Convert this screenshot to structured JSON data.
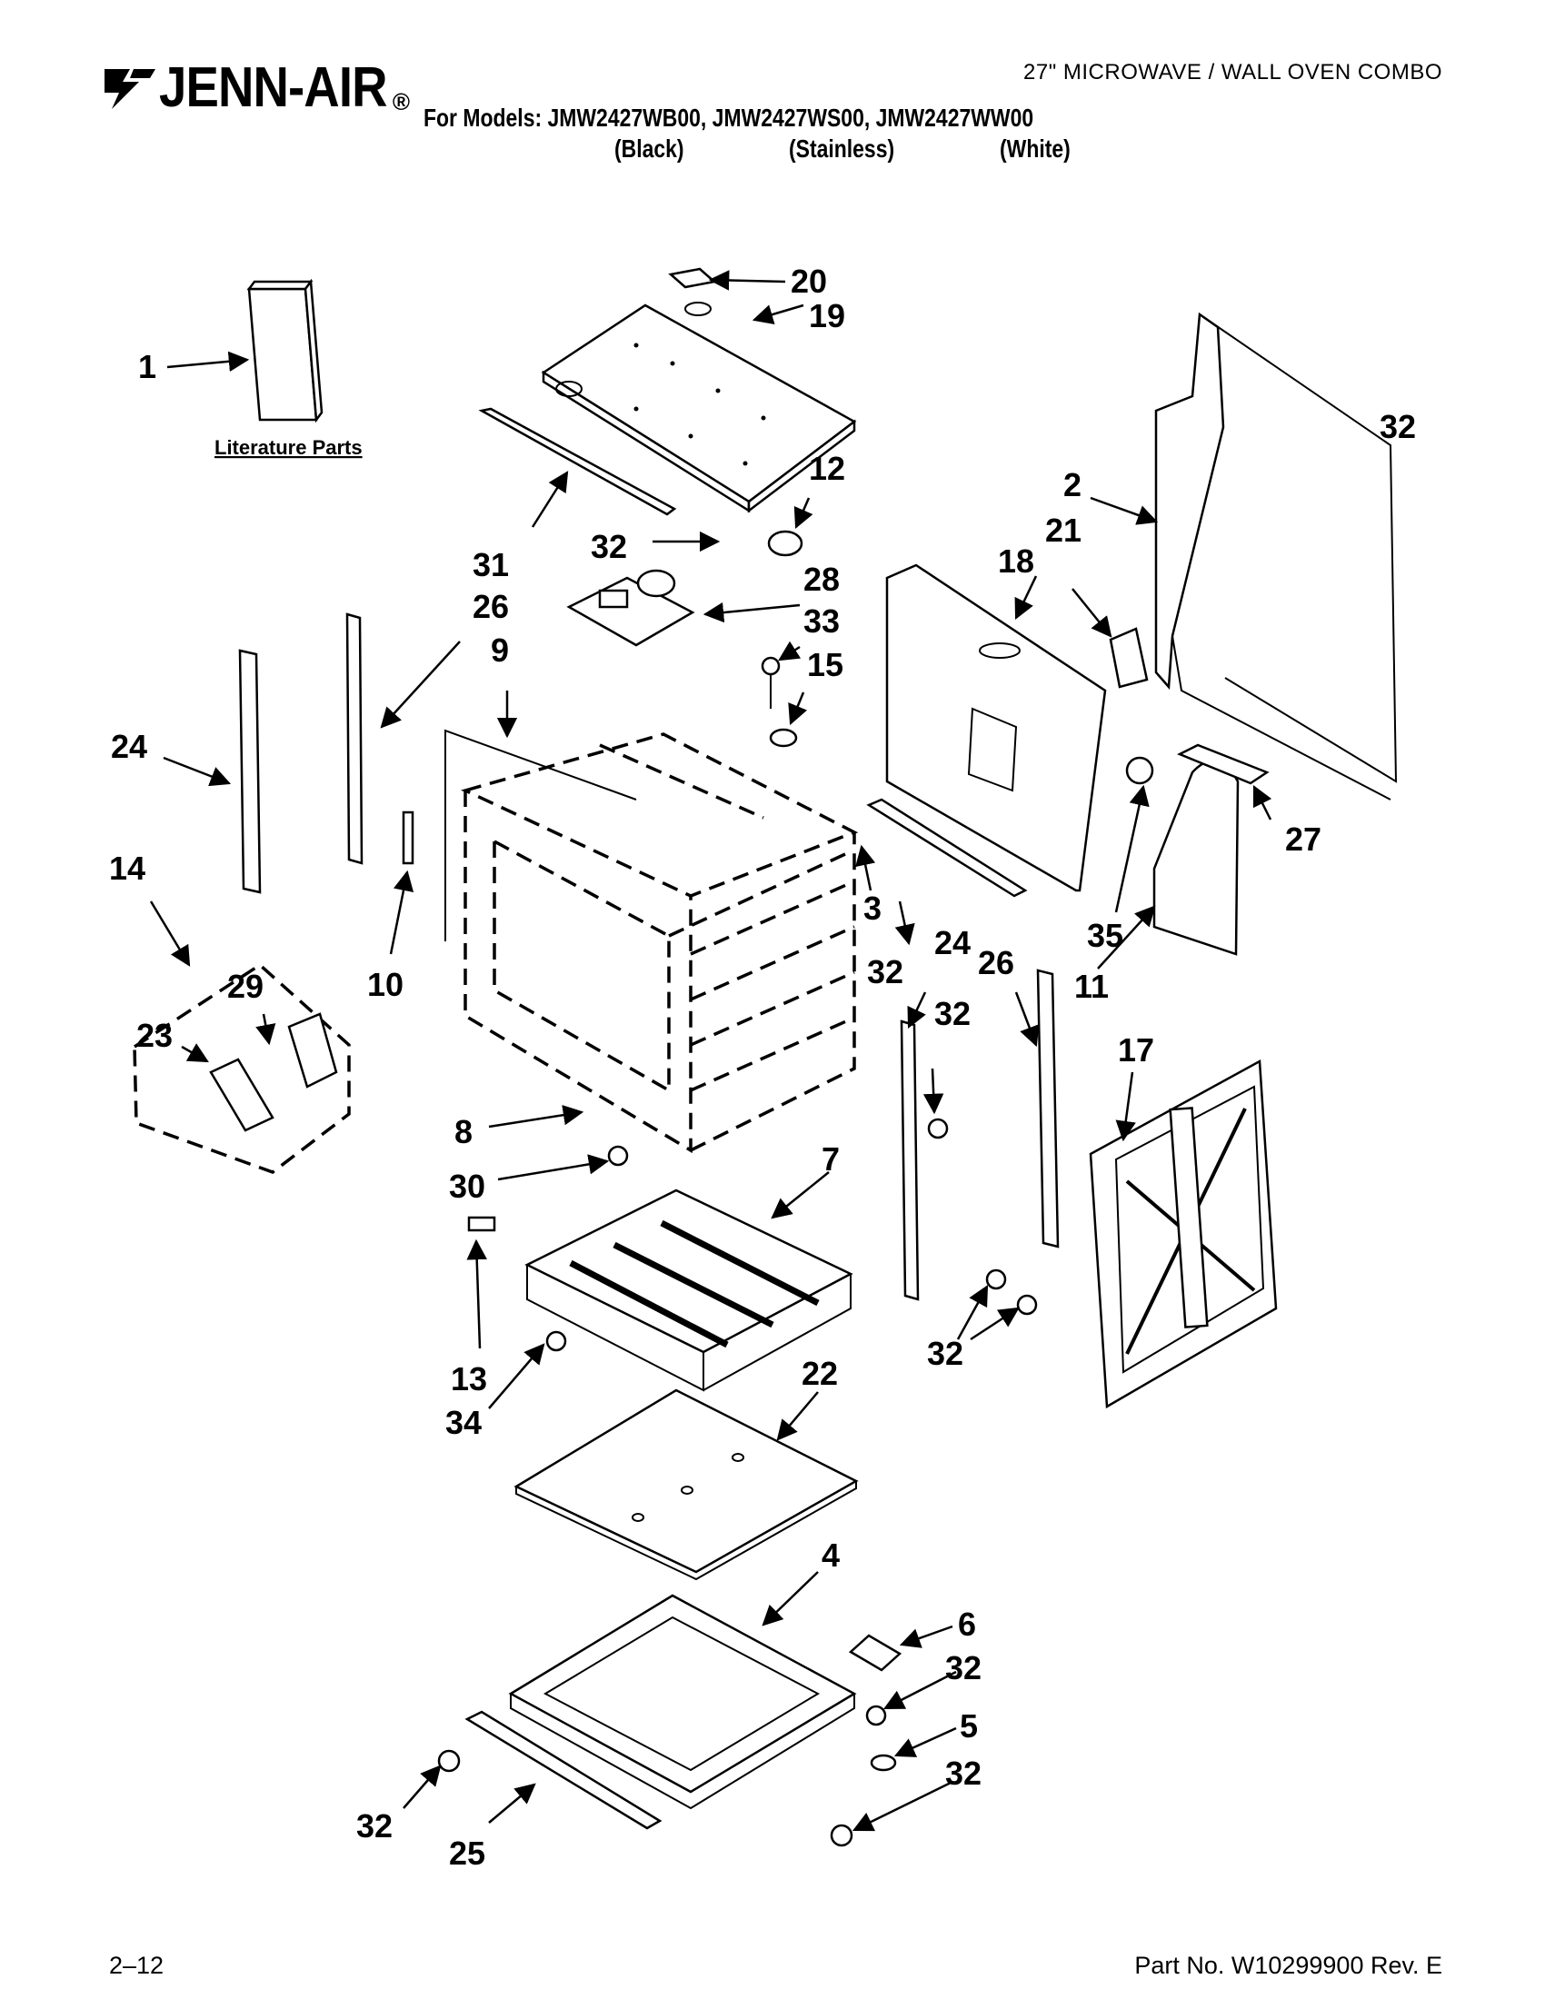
{
  "header": {
    "brand": "JENN-AIR",
    "brand_registered": "®",
    "doc_title": "27\" MICROWAVE / WALL OVEN COMBO",
    "models_line": "For Models: JMW2427WB00, JMW2427WS00, JMW2427WW00",
    "variants": [
      "(Black)",
      "(Stainless)",
      "(White)"
    ]
  },
  "diagram": {
    "literature_label": "Literature Parts",
    "callouts": [
      "1",
      "20",
      "19",
      "32",
      "12",
      "2",
      "21",
      "18",
      "31",
      "26",
      "32",
      "28",
      "33",
      "9",
      "15",
      "24",
      "27",
      "14",
      "3",
      "35",
      "29",
      "10",
      "23",
      "32",
      "24",
      "26",
      "32",
      "11",
      "17",
      "8",
      "30",
      "7",
      "13",
      "34",
      "32",
      "22",
      "4",
      "6",
      "32",
      "5",
      "32",
      "32",
      "25"
    ]
  },
  "footer": {
    "page": "2–12",
    "part_no": "Part No. W10299900 Rev. E"
  }
}
